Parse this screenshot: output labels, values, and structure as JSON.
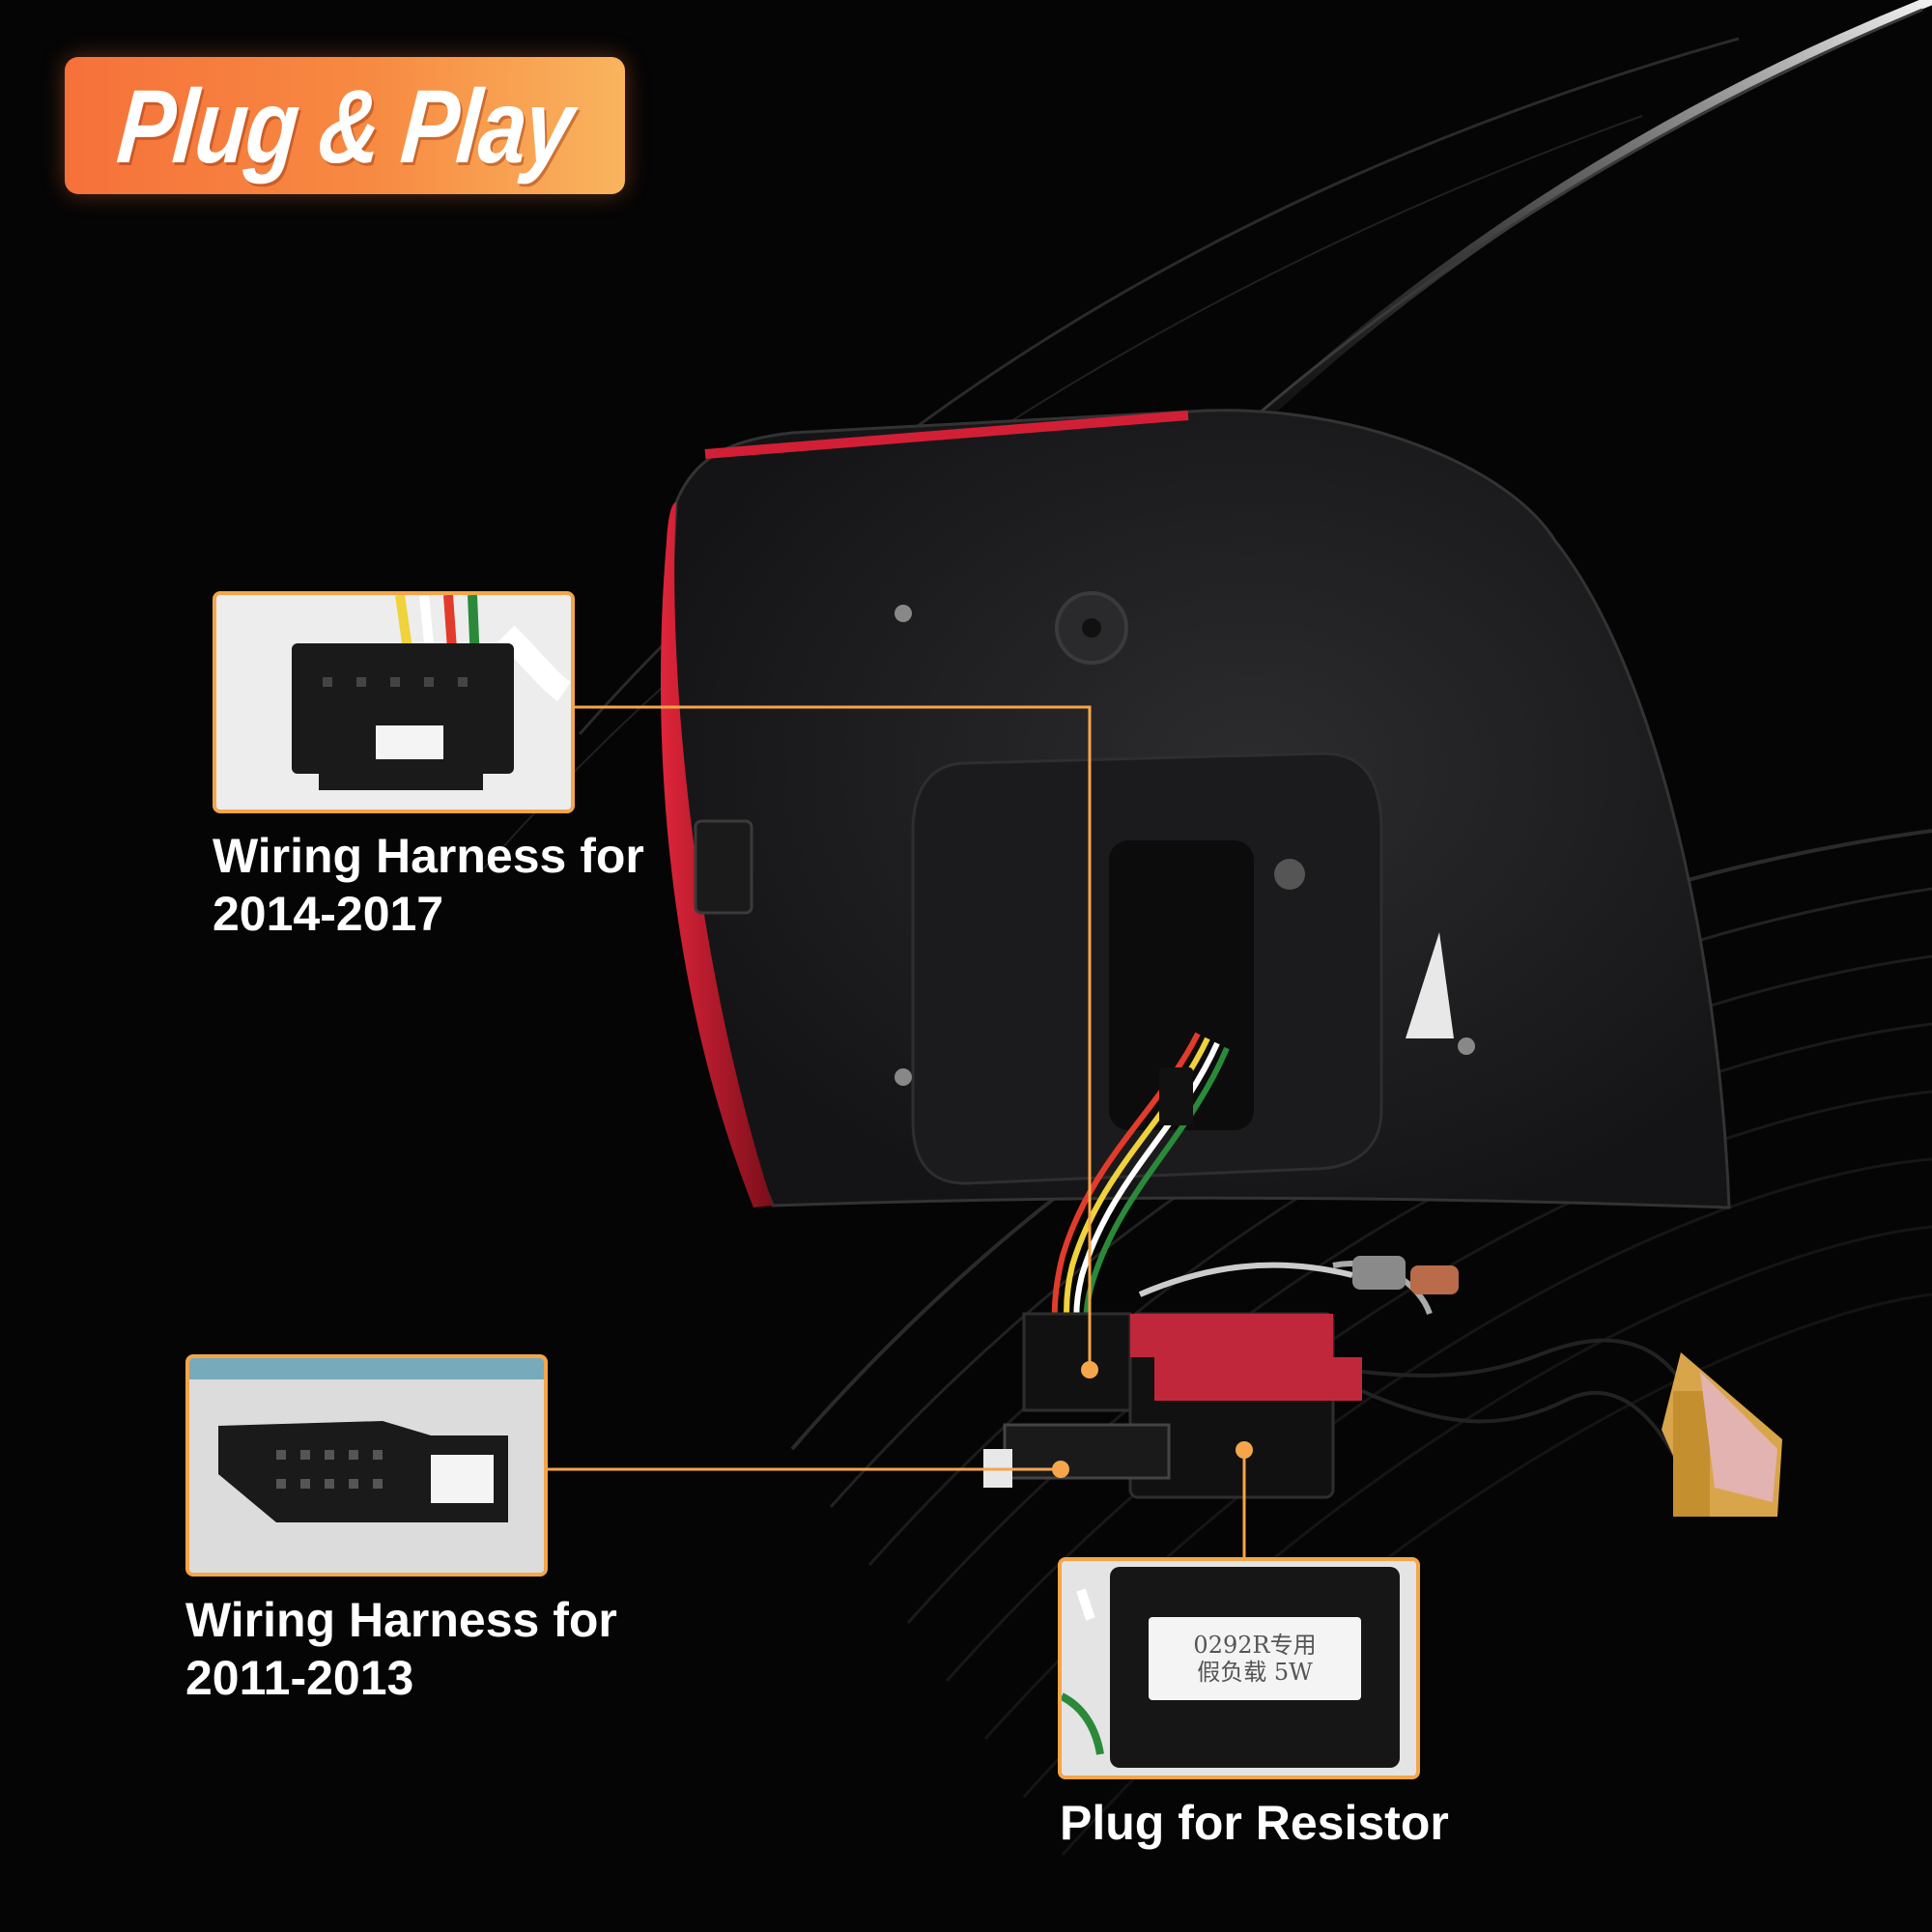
{
  "badge": {
    "text": "Plug & Play"
  },
  "callouts": [
    {
      "label_line1": "Wiring Harness for",
      "label_line2": "2014-2017"
    },
    {
      "label_line1": "Wiring Harness for",
      "label_line2": "2011-2013"
    },
    {
      "label": "Plug for Resistor",
      "sticker_line1": "0292R专用",
      "sticker_line2": "假负载 5W"
    }
  ],
  "colors": {
    "accent": "#f5a54a",
    "badge_start": "#f6713a",
    "badge_end": "#f9b45e",
    "background": "#050505"
  }
}
